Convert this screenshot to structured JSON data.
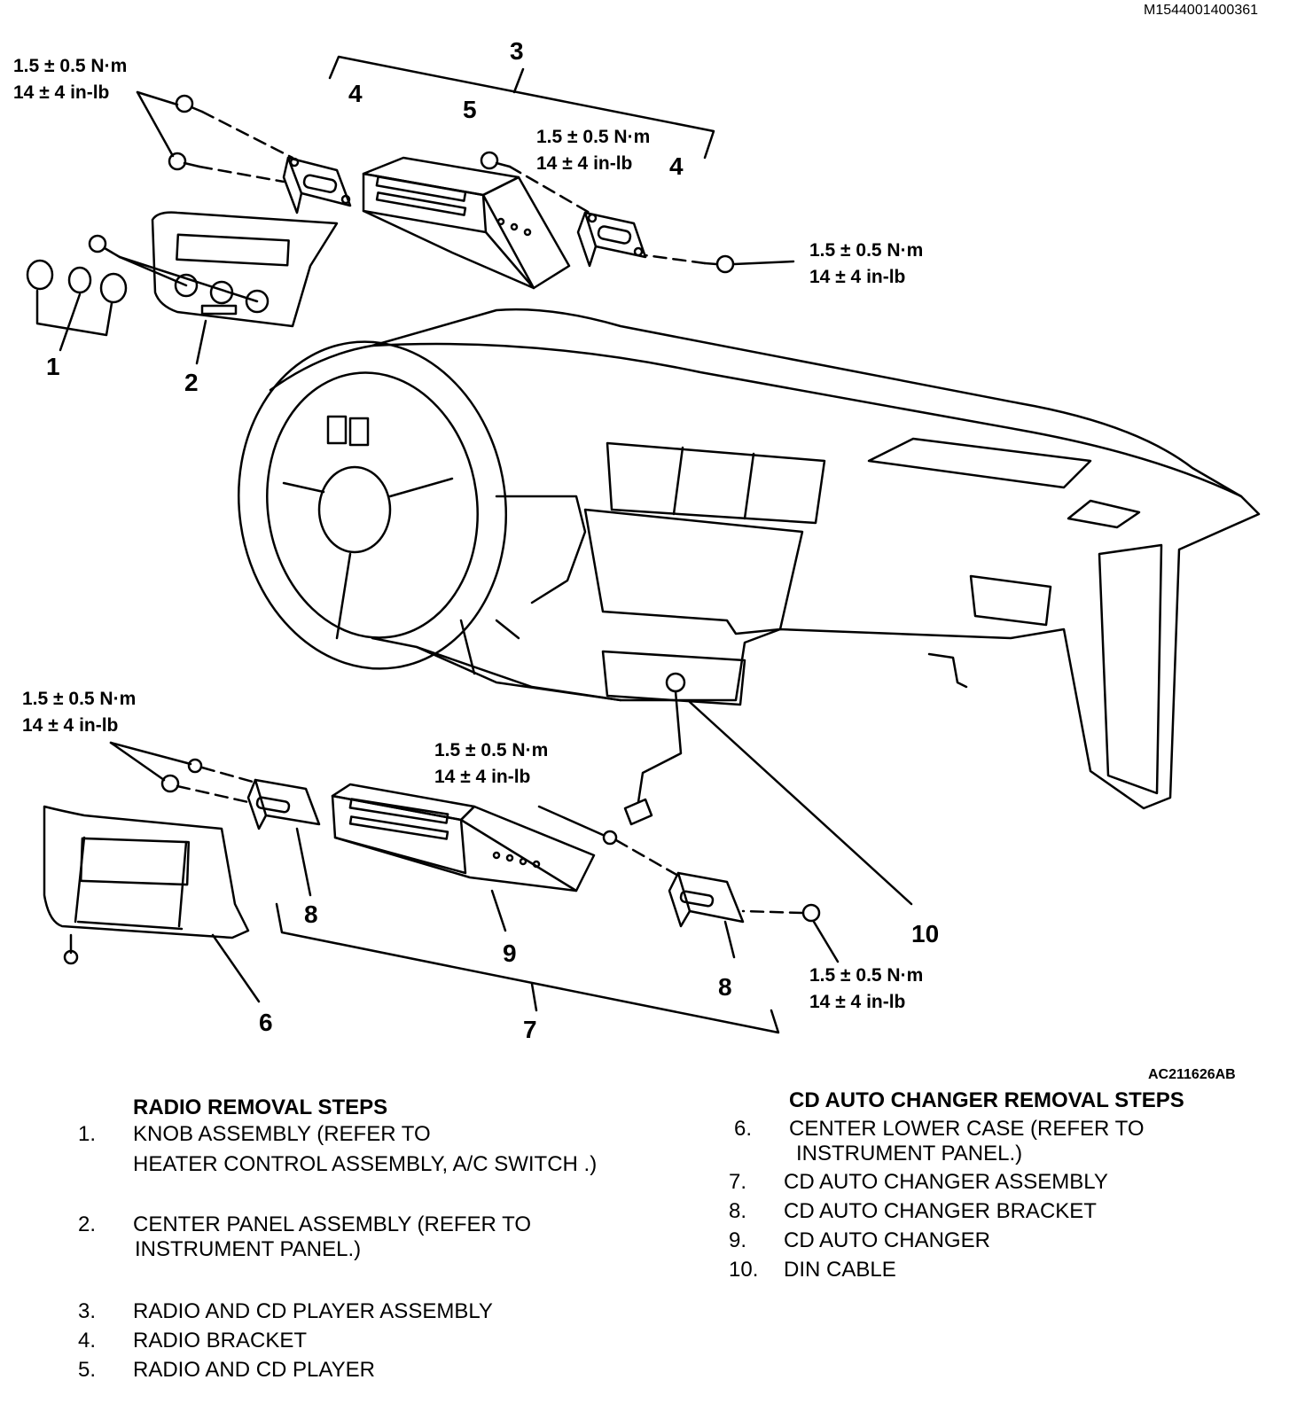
{
  "doc_code": "M1544001400361",
  "figure_code": "AC211626AB",
  "torque": {
    "nm": "1.5 ± 0.5 N·m",
    "inlb": "14 ± 4 in-lb"
  },
  "callouts": [
    "1",
    "2",
    "3",
    "4",
    "5",
    "6",
    "7",
    "8",
    "9",
    "10"
  ],
  "radio_steps": {
    "title": "RADIO REMOVAL STEPS",
    "items": [
      {
        "num": "1.",
        "lines": [
          "KNOB ASSEMBLY (REFER TO",
          "HEATER CONTROL ASSEMBLY, A/C SWITCH .)"
        ]
      },
      {
        "num": "2.",
        "lines": [
          "CENTER PANEL ASSEMBLY (REFER TO",
          "INSTRUMENT PANEL.)"
        ]
      },
      {
        "num": "3.",
        "lines": [
          "RADIO AND CD PLAYER ASSEMBLY"
        ]
      },
      {
        "num": "4.",
        "lines": [
          "RADIO BRACKET"
        ]
      },
      {
        "num": "5.",
        "lines": [
          "RADIO AND CD PLAYER"
        ]
      }
    ]
  },
  "cd_steps": {
    "title": "CD AUTO CHANGER REMOVAL STEPS",
    "items": [
      {
        "num": "6.",
        "lines": [
          "CENTER LOWER CASE (REFER TO",
          "INSTRUMENT PANEL.)"
        ]
      },
      {
        "num": "7.",
        "lines": [
          "CD AUTO CHANGER ASSEMBLY"
        ]
      },
      {
        "num": "8.",
        "lines": [
          "CD AUTO CHANGER BRACKET"
        ]
      },
      {
        "num": "9.",
        "lines": [
          "CD AUTO CHANGER"
        ]
      },
      {
        "num": "10.",
        "lines": [
          "DIN CABLE"
        ]
      }
    ]
  }
}
